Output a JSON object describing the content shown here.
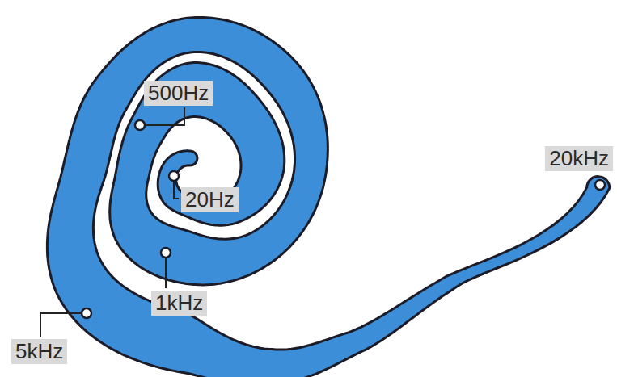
{
  "diagram": {
    "labels": [
      "500Hz",
      "20Hz",
      "1kHz",
      "5kHz",
      "20kHz"
    ]
  }
}
